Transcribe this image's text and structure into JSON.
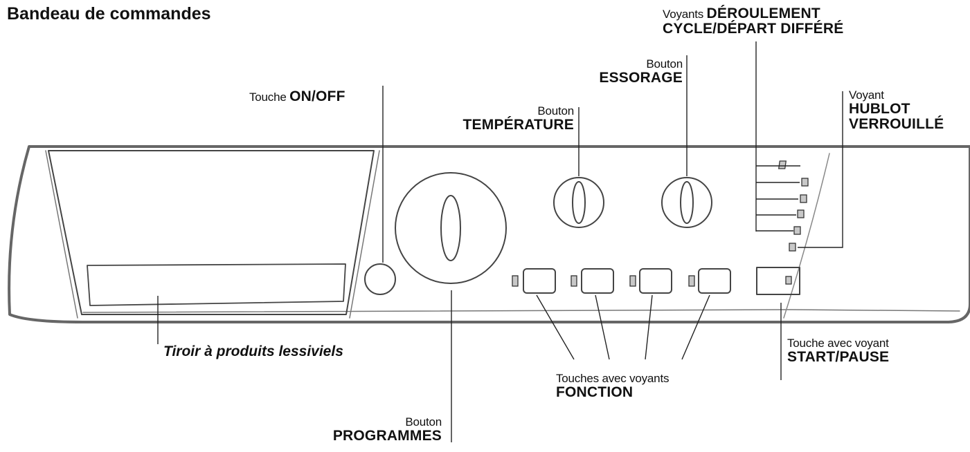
{
  "title": "Bandeau de commandes",
  "labels": {
    "onoff": {
      "prefix": "Touche",
      "name": "ON/OFF"
    },
    "temperature": {
      "prefix": "Bouton",
      "name": "TEMPÉRATURE"
    },
    "essorage": {
      "prefix": "Bouton",
      "name": "ESSORAGE"
    },
    "deroulement": {
      "prefix": "Voyants",
      "name_line1": "DÉROULEMENT",
      "name_line2": "CYCLE/DÉPART DIFFÉRÉ"
    },
    "hublot": {
      "prefix": "Voyant",
      "name_line1": "HUBLOT",
      "name_line2": "VERROUILLÉ"
    },
    "tiroir": {
      "name": "Tiroir à produits lessiviels"
    },
    "programmes": {
      "prefix": "Bouton",
      "name": "PROGRAMMES"
    },
    "fonction": {
      "prefix": "Touches avec voyants",
      "name": "FONCTION"
    },
    "startpause": {
      "prefix": "Touche avec voyant",
      "name": "START/PAUSE"
    }
  }
}
